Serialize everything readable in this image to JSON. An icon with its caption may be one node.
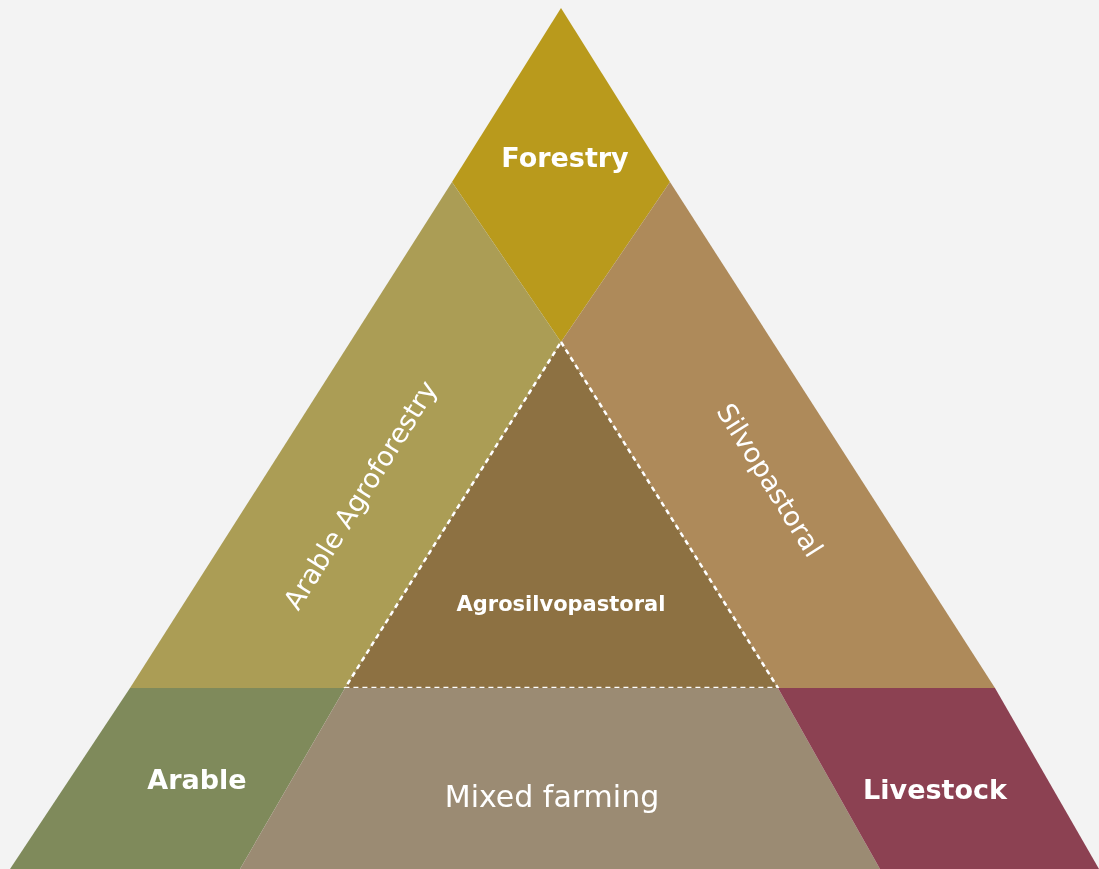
{
  "diagram": {
    "nodes": [
      {
        "text": [
          "Forestry"
        ]
      },
      {
        "text": [
          "Arable Agroforestry"
        ]
      },
      {
        "text": [
          "Silvopastoral"
        ]
      },
      {
        "text": [
          "Agrosilvopastoral"
        ]
      },
      {
        "text": [
          "Arable"
        ]
      },
      {
        "text": [
          "Mixed farming"
        ]
      },
      {
        "text": [
          "Livestock"
        ]
      }
    ]
  }
}
